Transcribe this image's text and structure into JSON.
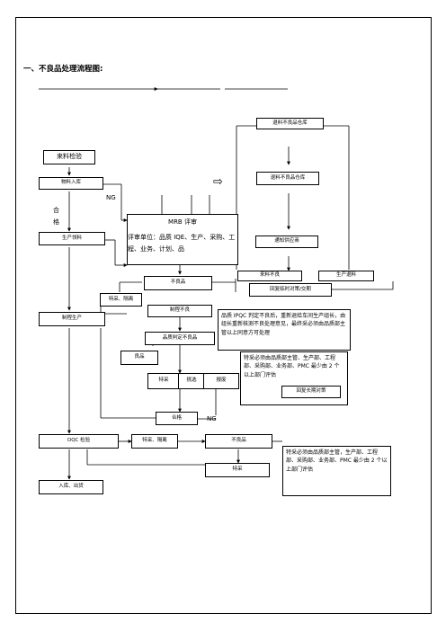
{
  "title": "一、不良品处理流程图:",
  "nodes": {
    "return_bad_warehouse_top": "退料不良品仓库",
    "incoming_inspection": "来料检验",
    "material_stock_in": "物料入库",
    "ng_1": "NG",
    "qualified_label": "合格",
    "production_issue": "生产领料",
    "mrb_title": "MRB 评审",
    "mrb_detail": "评审单位：品质 IQE、生产、采购、工程、业务、计划、品",
    "return_bad_warehouse_mid": "退料不良品仓库",
    "notify_supplier": "通知供应商",
    "bad_products": "不良品",
    "return_materials_1": "来料不良",
    "production_return": "生产退料",
    "reply_claim": "回复临时对策/交期",
    "special_isolate_1": "特采、隔离",
    "process_production": "制程生产",
    "process_bad": "制程不良",
    "ipqc_text": "品质 IPQC 判定不良后，重新退给车间生产组长，由组长重新核测不良处理意见，最终采必须由品质部主管以上同意方可处理",
    "judge_bad": "品质判定不良品",
    "good_products": "良品",
    "special_accept_1": "特采",
    "select_rework": "挑选",
    "scrap": "报废",
    "special_note_1": "特采必须由品质部主管、生产部、工程部、采购部、业务部、PMC 最少由 2 个以上部门评估",
    "reply_longterm": "回复长期对策",
    "pass_label": "合格",
    "ng_2": "NG",
    "oqc_inspection": "OQC 检验",
    "special_isolate_2": "特采、隔离",
    "bad_products_2": "不良品",
    "special_accept_2": "特采",
    "special_note_2": "特采必须由品质部主管，生产部、工程部、采购部、业务部、PMC 最少由 2 个以上部门评估",
    "stock_out": "入库、出货"
  },
  "legend": {
    "arrow_symbol": "⇨"
  }
}
